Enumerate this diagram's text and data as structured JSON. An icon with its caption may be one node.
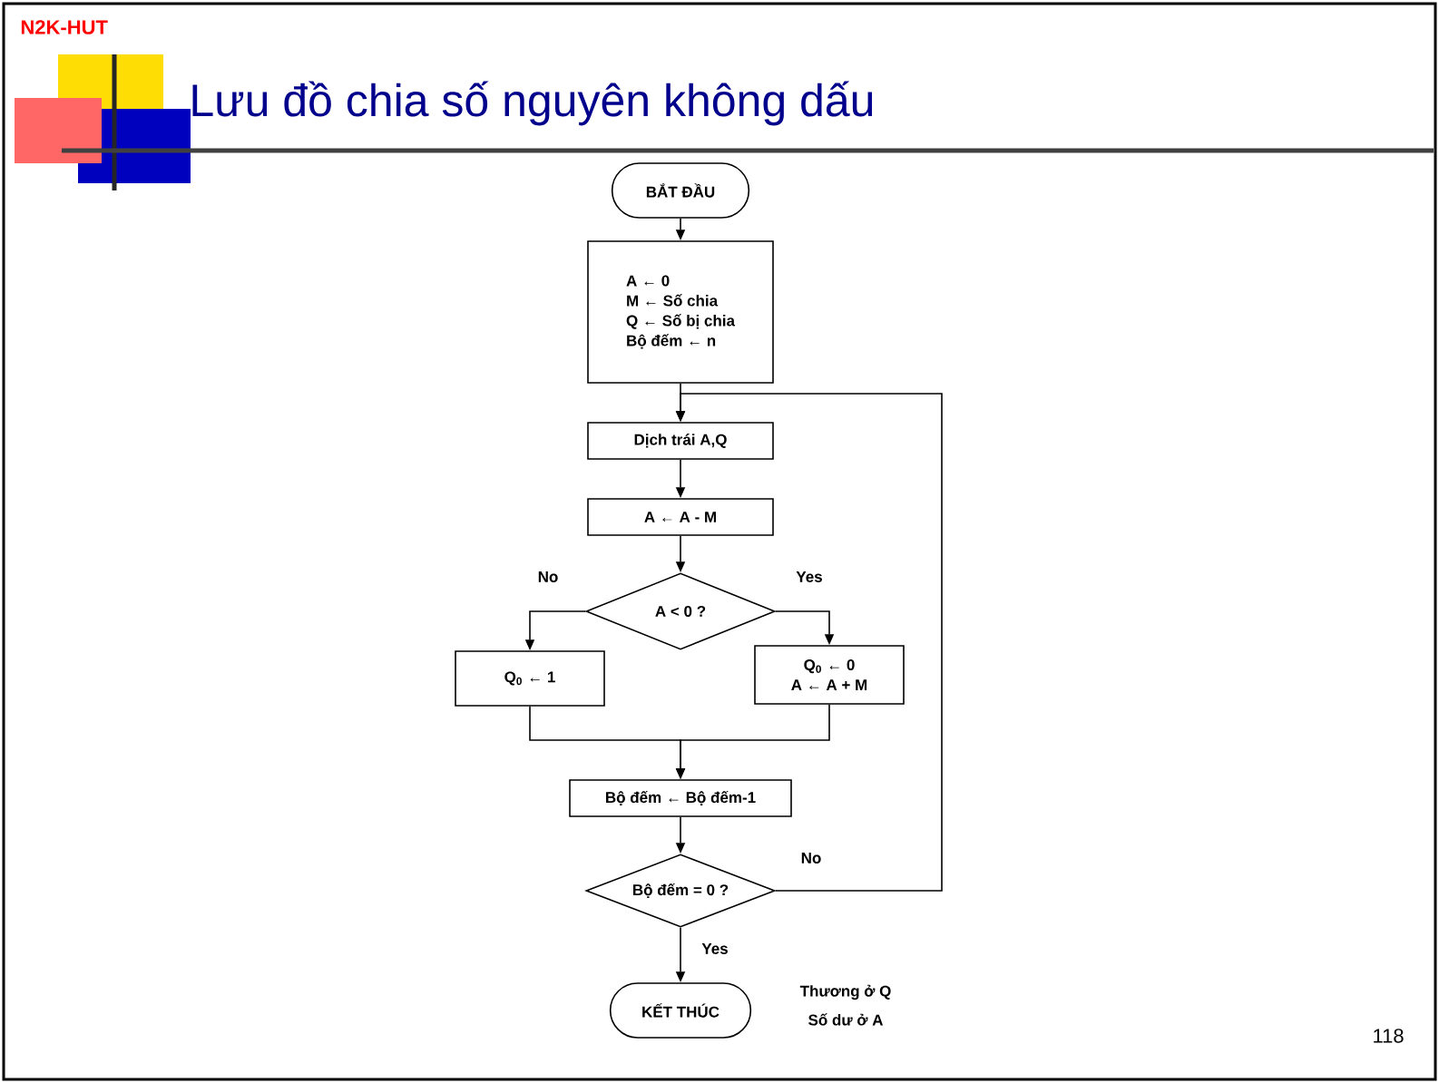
{
  "diagram": {
    "title": "Lưu đồ chia số nguyên không dấu",
    "nodes": [
      {
        "text": [
          "BẮT ĐẦU"
        ]
      },
      {
        "text": [
          "A ← 0",
          "M ← Số chia",
          "Q ← Số bị chia",
          "Bộ đếm ← n"
        ]
      },
      {
        "text": [
          "Dịch trái A,Q"
        ]
      },
      {
        "text": [
          "A ← A - M"
        ]
      },
      {
        "text": [
          "A < 0 ?"
        ]
      },
      {
        "text": [
          "Q$_{0}$ ← 1"
        ]
      },
      {
        "text": [
          "Q$_{0}$ ← 0",
          "A ← A + M"
        ]
      },
      {
        "text": [
          "Bộ đếm ← Bộ đếm-1"
        ]
      },
      {
        "text": [
          "Bộ đếm = 0 ?"
        ]
      },
      {
        "text": [
          "KẾT THÚC"
        ],
        "beside": [
          "Thương ở Q",
          "Số dư ở A"
        ]
      }
    ],
    "edges": [
      {
        "from": 0,
        "to": 1,
        "arrow": "to"
      },
      {
        "from": 1,
        "to": 2,
        "arrow": "to"
      },
      {
        "from": 2,
        "to": 3,
        "arrow": "to"
      },
      {
        "from": 3,
        "to": 4,
        "arrow": "to"
      },
      {
        "from": 4,
        "to": 5,
        "arrow": "to",
        "label": "No"
      },
      {
        "from": 4,
        "to": 6,
        "arrow": "to",
        "label": "Yes"
      },
      {
        "from": 5,
        "to": 7,
        "arrow": "to"
      },
      {
        "from": 6,
        "to": 7,
        "arrow": "to"
      },
      {
        "from": 7,
        "to": 8,
        "arrow": "to"
      },
      {
        "from": 8,
        "to": 2,
        "arrow": "to",
        "label": "No"
      },
      {
        "from": 8,
        "to": 9,
        "arrow": "to",
        "label": "Yes"
      }
    ],
    "labels": [
      "N2K-HUT",
      "118"
    ]
  }
}
